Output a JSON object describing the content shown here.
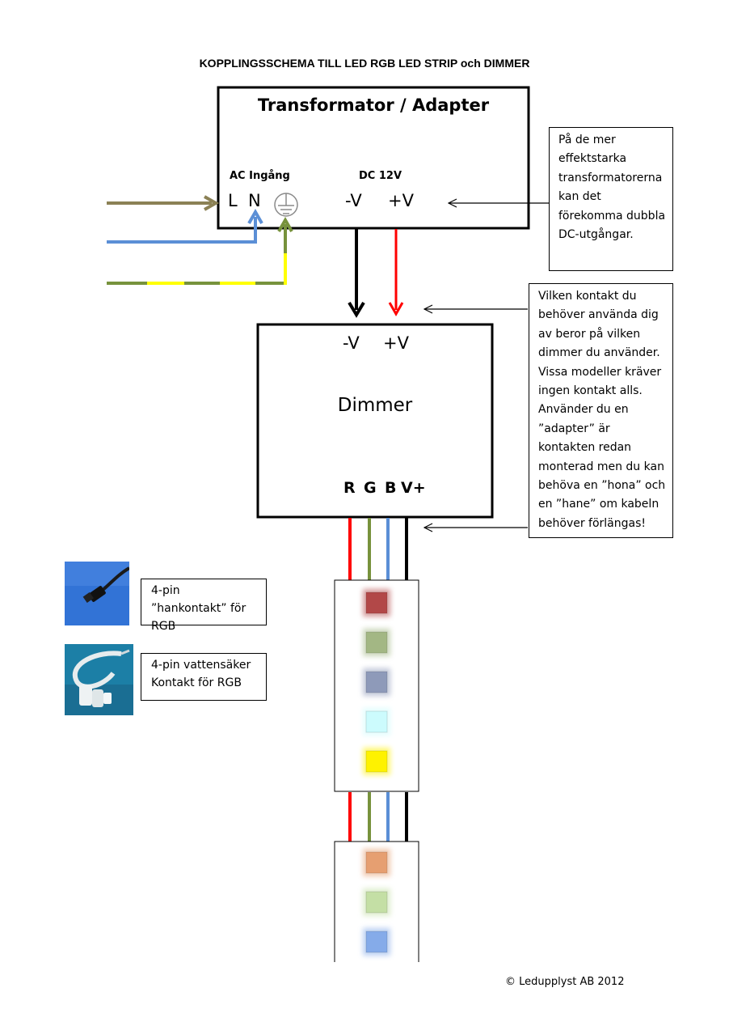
{
  "title": "KOPPLINGSSCHEMA TILL LED RGB LED STRIP och DIMMER",
  "transformer": {
    "title": "Transformator / Adapter",
    "ac_label": "AC Ingång",
    "dc_label": "DC 12V",
    "l": "L",
    "n": "N",
    "minus_v": "-V",
    "plus_v": "+V"
  },
  "dimmer": {
    "title": "Dimmer",
    "minus_v": "-V",
    "plus_v": "+V",
    "r": "R",
    "g": "G",
    "b": "B",
    "vplus": "V+"
  },
  "notes": {
    "transformer_note": "På  de mer effektstarka transformatorerna kan det förekomma dubbla DC-utgångar.",
    "connector_note": "Vilken kontakt du behöver använda dig av beror på vilken dimmer du använder. Vissa modeller kräver ingen kontakt alls. Använder du en ”adapter” är kontakten redan monterad men du kan behöva en ”hona” och en ”hane” om kabeln behöver förlängas!"
  },
  "connectors": [
    {
      "caption": "4-pin ”hankontakt” för RGB"
    },
    {
      "caption": "4-pin vattensäker Kontakt för RGB"
    }
  ],
  "copyright": "© Ledupplyst AB 2012",
  "colors": {
    "ac_live_wire": "#8b8155",
    "ac_neutral_wire": "#5b8fd6",
    "ac_earth_wire": "#77923c",
    "earth_stripe": "#ffff00",
    "negative_wire": "#000000",
    "positive_wire": "#ff0000",
    "red_channel": "#ff0000",
    "green_channel": "#77923c",
    "blue_channel": "#5b8fd6",
    "earth_symbol": "#8a8a8a"
  },
  "strip_segments": [
    {
      "leds": [
        "#b24848",
        "#a3b784",
        "#8e9ab9",
        "#ccfbfd",
        "#fef200"
      ]
    },
    {
      "leds": [
        "#e69f71",
        "#c4dfa5",
        "#85abe9"
      ]
    }
  ]
}
